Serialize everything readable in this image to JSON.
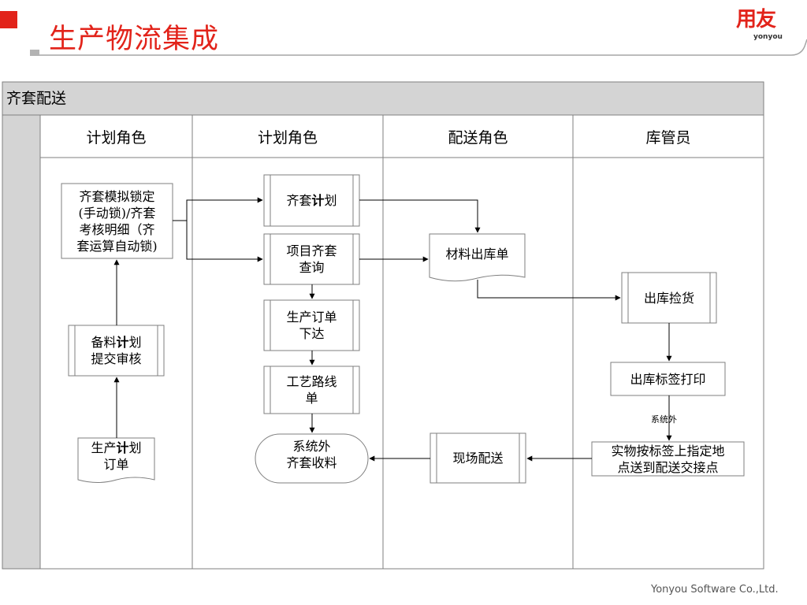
{
  "slide": {
    "title": "生产物流集成",
    "logo_cn": "用友",
    "logo_en": "yonyou",
    "footer": "Yonyou Software Co.,Ltd."
  },
  "swimlane": {
    "band_label": "齐套配送",
    "lanes": [
      "计划角色",
      "计划角色",
      "配送角色",
      "库管员"
    ]
  },
  "nodes": {
    "lock_detail": {
      "line1": "齐套模拟锁定",
      "line2": "(手动锁)/齐套",
      "line3": "考核明细（齐",
      "line4": "套运算自动锁)"
    },
    "prep_plan": {
      "pre1": "备料",
      "bold1": "计",
      "post1": "划",
      "line2": "提交审核"
    },
    "prod_plan_order": {
      "pre1": "生产",
      "bold1": "计",
      "post1": "划",
      "line2": "订单"
    },
    "kit_plan": {
      "pre": "齐套",
      "bold": "计",
      "post": "划"
    },
    "project_kit_query": {
      "line1": "项目齐套",
      "line2": "查询"
    },
    "prod_order_issue": {
      "line1": "生产订单",
      "line2": "下达"
    },
    "routing": {
      "line1": "工艺路线",
      "line2": "单"
    },
    "external_receive": {
      "line1": "系统外",
      "line2": "齐套收料"
    },
    "material_issue_doc": {
      "label": "材料出库单"
    },
    "onsite_delivery": {
      "label": "现场配送"
    },
    "issue_picking": {
      "label": "出库捡货"
    },
    "label_print": {
      "label": "出库标签打印"
    },
    "deliver_by_label": {
      "line1": "实物按标签上指定地",
      "line2": "点送到配送交接点"
    }
  },
  "annotations": {
    "outside_system": "系统外"
  },
  "colors": {
    "accent": "#e2231a",
    "band": "#d4d4d4",
    "line": "#7f7f7f"
  }
}
